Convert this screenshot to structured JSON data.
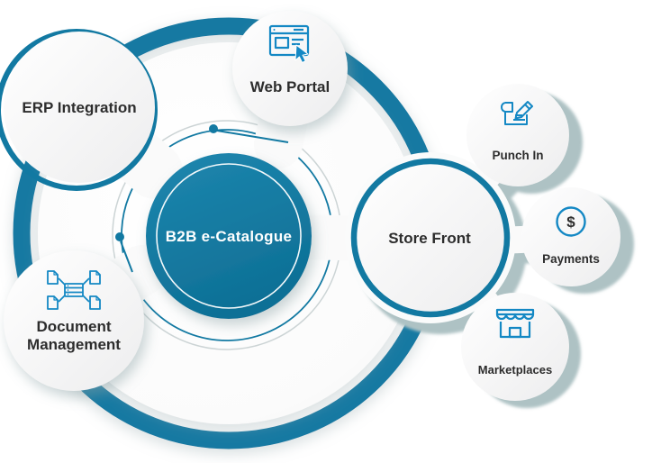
{
  "diagram": {
    "title": "B2B e-Catalogue ecosystem diagram",
    "center": {
      "label": "B2B e-Catalogue"
    },
    "nodes": {
      "erp": {
        "label": "ERP Integration"
      },
      "web_portal": {
        "label": "Web Portal",
        "icon": "browser-cursor-icon"
      },
      "doc_mgmt": {
        "line1": "Document",
        "line2": "Management",
        "icon": "document-network-icon"
      },
      "store_front": {
        "label": "Store Front"
      },
      "punch_in": {
        "label": "Punch In",
        "icon": "blueprint-pencil-icon"
      },
      "payments": {
        "label": "Payments",
        "icon": "dollar-circle-icon",
        "symbol": "$"
      },
      "marketplaces": {
        "label": "Marketplaces",
        "icon": "storefront-icon"
      }
    },
    "colors": {
      "teal": "#1279a2",
      "icon_blue": "#1488c4",
      "sage_shadow": "#aec2c4",
      "text_dark": "#2d2d2d",
      "white": "#ffffff"
    }
  }
}
